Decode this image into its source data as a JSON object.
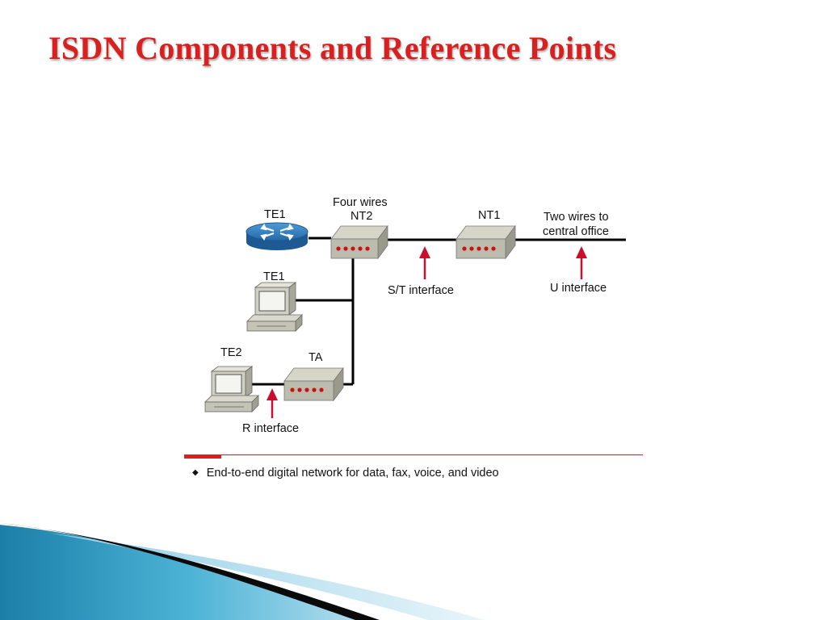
{
  "slide": {
    "title": "ISDN Components and Reference Points"
  },
  "diagram": {
    "labels": {
      "four_wires": "Four wires",
      "nt2": "NT2",
      "nt1": "NT1",
      "two_wires_line1": "Two wires to",
      "two_wires_line2": "central office",
      "te1_router": "TE1",
      "te1_pc": "TE1",
      "te2": "TE2",
      "ta": "TA",
      "st_interface": "S/T interface",
      "u_interface": "U interface",
      "r_interface": "R interface"
    },
    "bullet": "End-to-end digital network for data, fax, voice, and video",
    "bullet_symbol": "◆",
    "colors": {
      "title": "#d9201f",
      "arrow": "#c8102e",
      "router": "#2a78b8",
      "device": "#bcbcae",
      "led": "#cc1111"
    }
  }
}
